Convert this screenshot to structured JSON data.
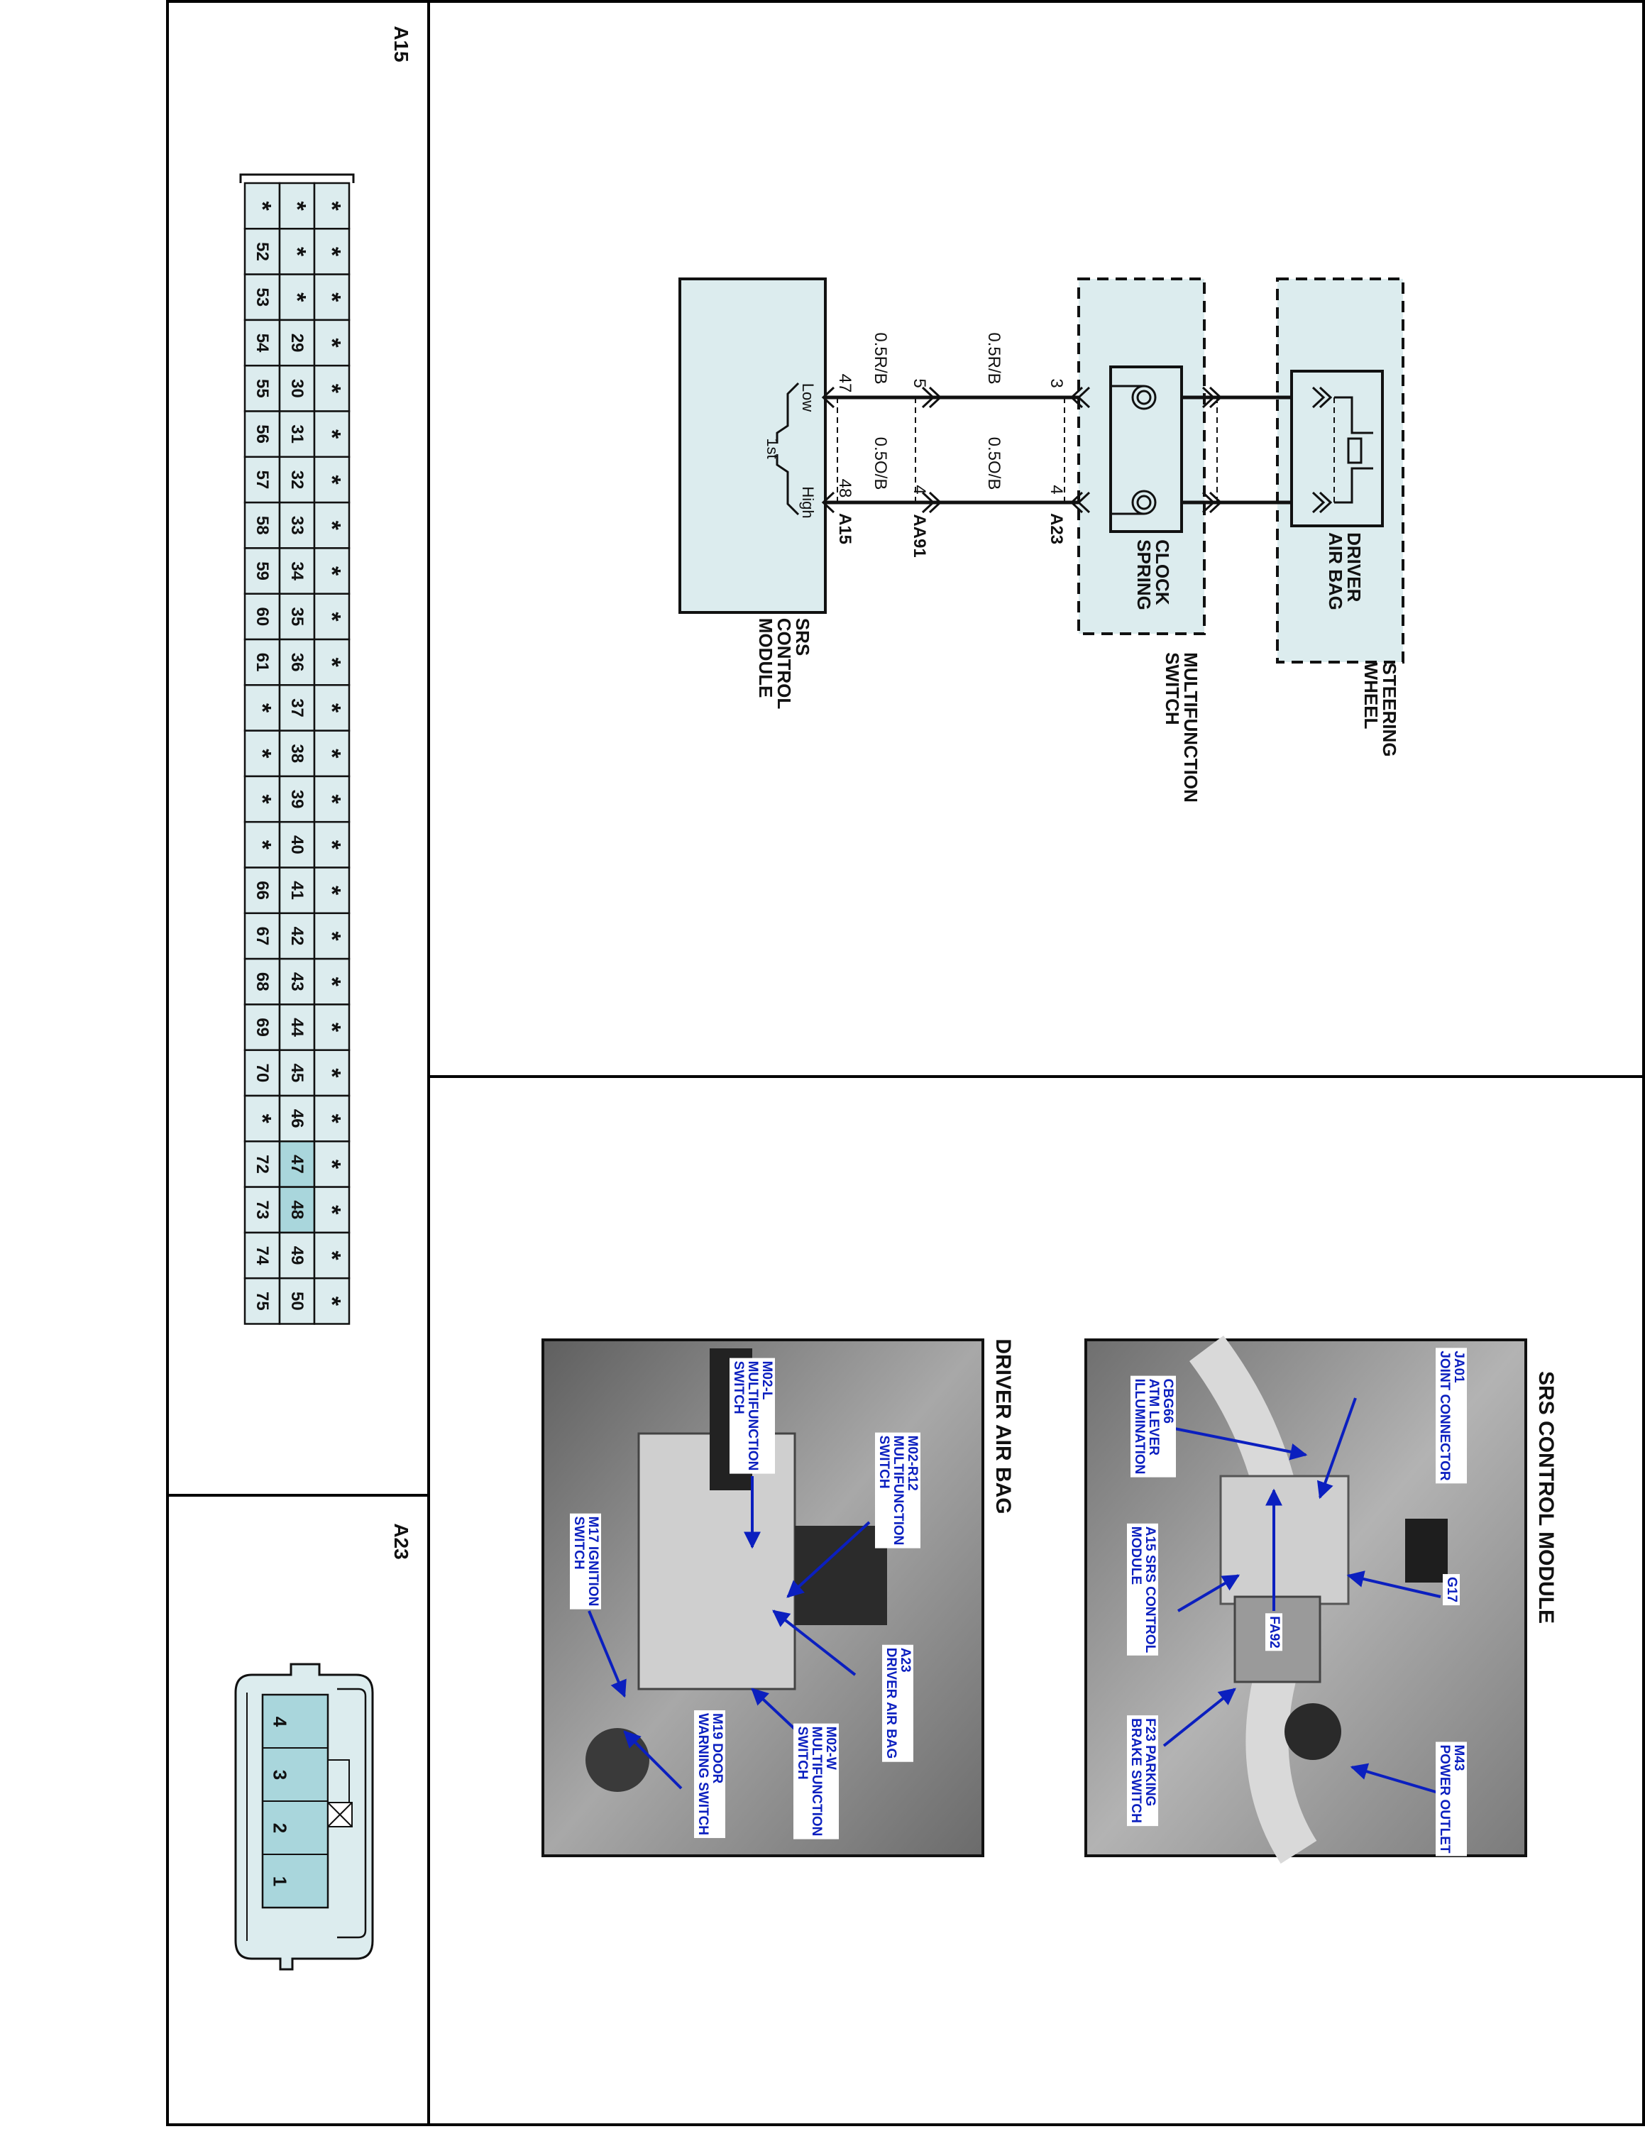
{
  "panels": {
    "a15_label": "A15",
    "a23_label": "A23"
  },
  "a15_grid": {
    "rows": [
      [
        "*",
        "*",
        "*"
      ],
      [
        "52",
        "*",
        "*"
      ],
      [
        "53",
        "*",
        "*"
      ],
      [
        "54",
        "29",
        "*"
      ],
      [
        "55",
        "30",
        "*"
      ],
      [
        "56",
        "31",
        "*"
      ],
      [
        "57",
        "32",
        "*"
      ],
      [
        "58",
        "33",
        "*"
      ],
      [
        "59",
        "34",
        "*"
      ],
      [
        "60",
        "35",
        "*"
      ],
      [
        "61",
        "36",
        "*"
      ],
      [
        "*",
        "37",
        "*"
      ],
      [
        "*",
        "38",
        "*"
      ],
      [
        "*",
        "39",
        "*"
      ],
      [
        "*",
        "40",
        "*"
      ],
      [
        "66",
        "41",
        "*"
      ],
      [
        "67",
        "42",
        "*"
      ],
      [
        "68",
        "43",
        "*"
      ],
      [
        "69",
        "44",
        "*"
      ],
      [
        "70",
        "45",
        "*"
      ],
      [
        "*",
        "46",
        "*"
      ],
      [
        "72",
        "47",
        "*"
      ],
      [
        "73",
        "48",
        "*"
      ],
      [
        "74",
        "49",
        "*"
      ],
      [
        "75",
        "50",
        "*"
      ]
    ],
    "highlight": [
      "47",
      "48"
    ],
    "highlight_color": "#a9d6dc"
  },
  "a23_pins": [
    "4",
    "3",
    "2",
    "1"
  ],
  "schematic": {
    "steering_wheel": "STEERING\nWHEEL",
    "driver_air_bag": "DRIVER\nAIR BAG",
    "clock_spring": "CLOCK\nSPRING",
    "multifunction_switch": "MULTIFUNCTION\nSWITCH",
    "srs_control_module": "SRS\nCONTROL\nMODULE",
    "a23": "A23",
    "aa91": "AA91",
    "a15": "A15",
    "wire_rb_upper": "0.5R/B",
    "wire_ob_upper": "0.5O/B",
    "wire_rb_lower": "0.5R/B",
    "wire_ob_lower": "0.5O/B",
    "pin_3": "3",
    "pin_4a": "4",
    "pin_5": "5",
    "pin_4b": "4",
    "pin_47": "47",
    "pin_48": "48",
    "low": "Low",
    "high": "High",
    "first": "1st"
  },
  "photos": {
    "srs_title": "SRS CONTROL MODULE",
    "srs_labels": {
      "ja01": "JA01\nJOINT CONNECTOR",
      "g17": "G17",
      "m43": "M43\nPOWER OUTLET",
      "cbg66": "CBG66\nATM LEVER\nILLUMINATION",
      "fa92": "FA92",
      "a15": "A15 SRS CONTROL\nMODULE",
      "f23": "F23 PARKING\nBRAKE SWITCH"
    },
    "dab_title": "DRIVER AIR BAG",
    "dab_labels": {
      "m02r12": "M02-R12\nMULTIFUNCTION\nSWITCH",
      "a23": "A23\nDRIVER AIR BAG",
      "m02w": "M02-W\nMULTIFUNCTION\nSWITCH",
      "m02l": "M02-L\nMULTIFUNCTION\nSWITCH",
      "m17": "M17 IGNITION\nSWITCH",
      "m19": "M19 DOOR\nWARNING SWITCH"
    }
  },
  "colors": {
    "box_fill": "#dcecee",
    "connector_fill": "#a9d6dc",
    "label_blue": "#0b1fbf",
    "photo_gray": "#8f8f8f"
  }
}
